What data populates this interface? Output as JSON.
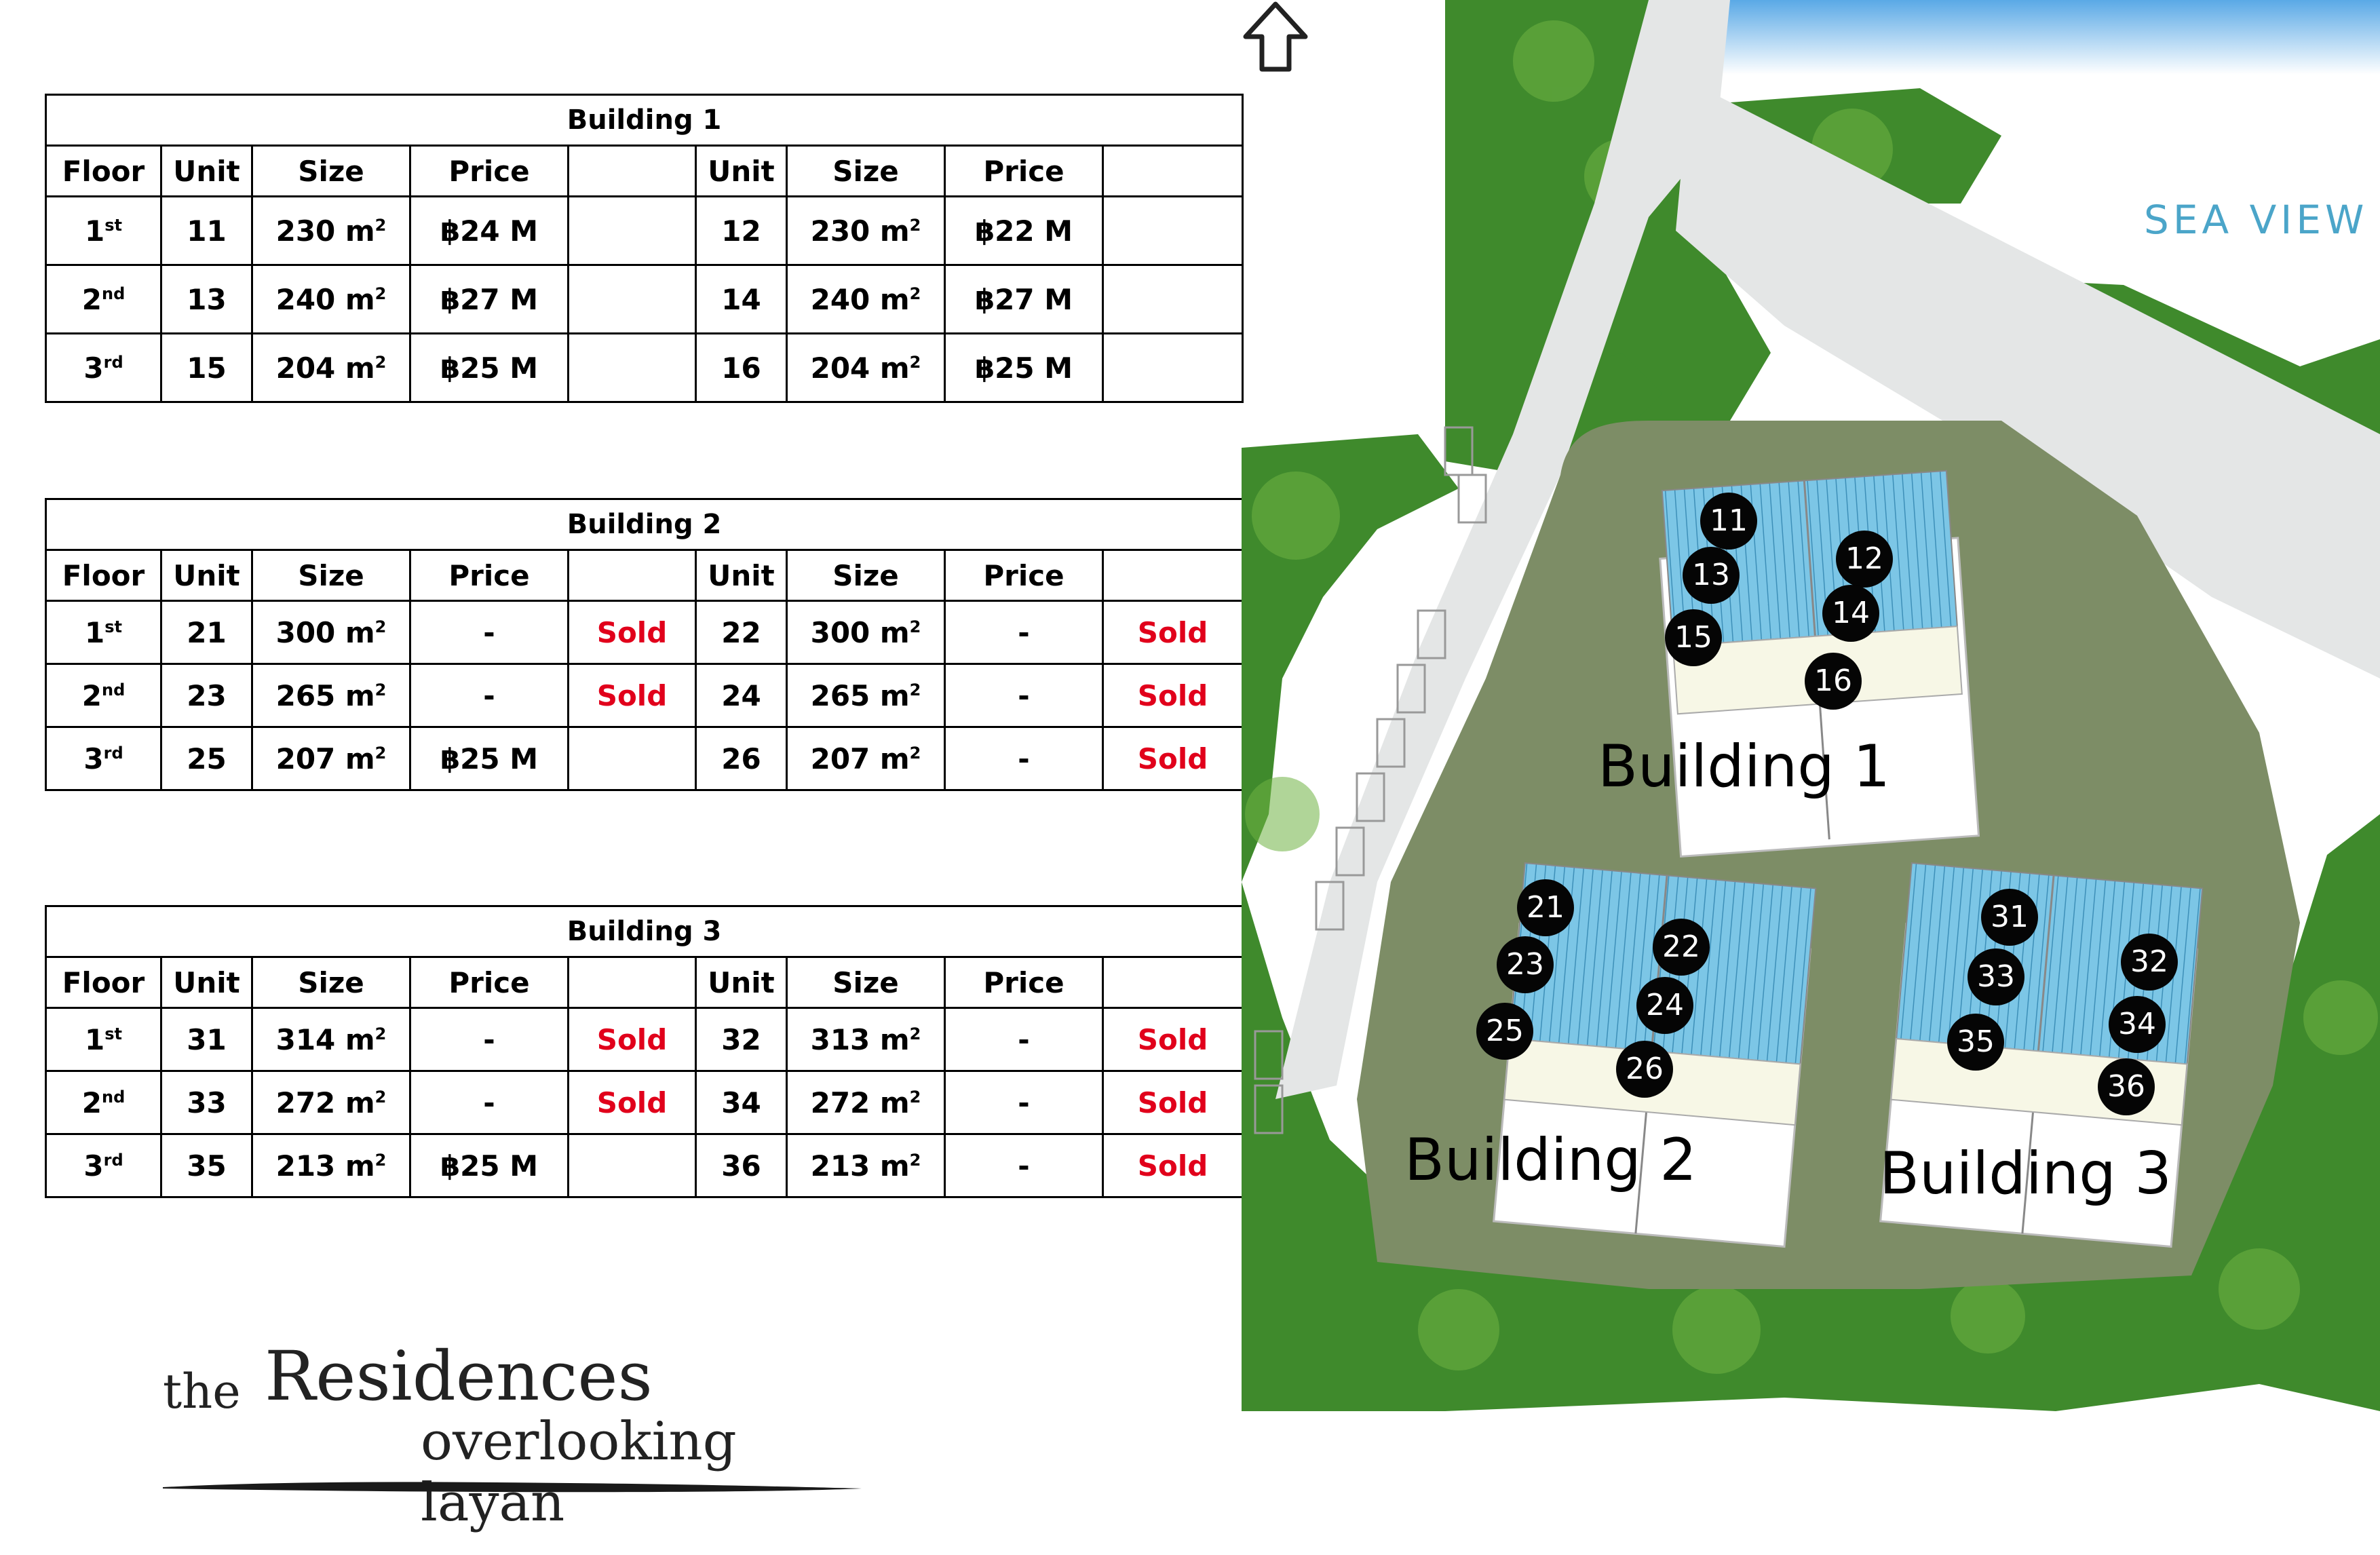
{
  "headers": {
    "floor": "Floor",
    "unit": "Unit",
    "size": "Size",
    "price": "Price"
  },
  "area_unit": "m",
  "area_unit_exponent": "2",
  "buildings": [
    {
      "title": "Building 1",
      "rows": [
        {
          "floor": "1",
          "floor_suffix": "st",
          "left": {
            "unit": "11",
            "size": "230",
            "price": "฿24 M",
            "status": ""
          },
          "right": {
            "unit": "12",
            "size": "230",
            "price": "฿22 M",
            "status": ""
          }
        },
        {
          "floor": "2",
          "floor_suffix": "nd",
          "left": {
            "unit": "13",
            "size": "240",
            "price": "฿27 M",
            "status": ""
          },
          "right": {
            "unit": "14",
            "size": "240",
            "price": "฿27 M",
            "status": ""
          }
        },
        {
          "floor": "3",
          "floor_suffix": "rd",
          "left": {
            "unit": "15",
            "size": "204",
            "price": "฿25 M",
            "status": ""
          },
          "right": {
            "unit": "16",
            "size": "204",
            "price": "฿25 M",
            "status": ""
          }
        }
      ]
    },
    {
      "title": "Building 2",
      "rows": [
        {
          "floor": "1",
          "floor_suffix": "st",
          "left": {
            "unit": "21",
            "size": "300",
            "price": "-",
            "status": "Sold"
          },
          "right": {
            "unit": "22",
            "size": "300",
            "price": "-",
            "status": "Sold"
          }
        },
        {
          "floor": "2",
          "floor_suffix": "nd",
          "left": {
            "unit": "23",
            "size": "265",
            "price": "-",
            "status": "Sold"
          },
          "right": {
            "unit": "24",
            "size": "265",
            "price": "-",
            "status": "Sold"
          }
        },
        {
          "floor": "3",
          "floor_suffix": "rd",
          "left": {
            "unit": "25",
            "size": "207",
            "price": "฿25 M",
            "status": ""
          },
          "right": {
            "unit": "26",
            "size": "207",
            "price": "-",
            "status": "Sold"
          }
        }
      ]
    },
    {
      "title": "Building 3",
      "rows": [
        {
          "floor": "1",
          "floor_suffix": "st",
          "left": {
            "unit": "31",
            "size": "314",
            "price": "-",
            "status": "Sold"
          },
          "right": {
            "unit": "32",
            "size": "313",
            "price": "-",
            "status": "Sold"
          }
        },
        {
          "floor": "2",
          "floor_suffix": "nd",
          "left": {
            "unit": "33",
            "size": "272",
            "price": "-",
            "status": "Sold"
          },
          "right": {
            "unit": "34",
            "size": "272",
            "price": "-",
            "status": "Sold"
          }
        },
        {
          "floor": "3",
          "floor_suffix": "rd",
          "left": {
            "unit": "35",
            "size": "213",
            "price": "฿25 M",
            "status": ""
          },
          "right": {
            "unit": "36",
            "size": "213",
            "price": "-",
            "status": "Sold"
          }
        }
      ]
    }
  ],
  "logo": {
    "the": "the",
    "residences": "Residences",
    "subtitle": "overlooking layan"
  },
  "siteplan": {
    "sea_view": "SEA VIEW",
    "building_labels": [
      "Building 1",
      "Building 2",
      "Building 3"
    ],
    "unit_markers": [
      "11",
      "12",
      "13",
      "14",
      "15",
      "16",
      "21",
      "22",
      "23",
      "24",
      "25",
      "26",
      "31",
      "32",
      "33",
      "34",
      "35",
      "36"
    ]
  },
  "colors": {
    "sold": "#e1001b",
    "sea_view_text": "#4ba5c9",
    "lawn": "#7d8d66",
    "road": "#e4e6e6",
    "trees": "#3f8a2c",
    "roof_blue": "#5fb2d8"
  }
}
